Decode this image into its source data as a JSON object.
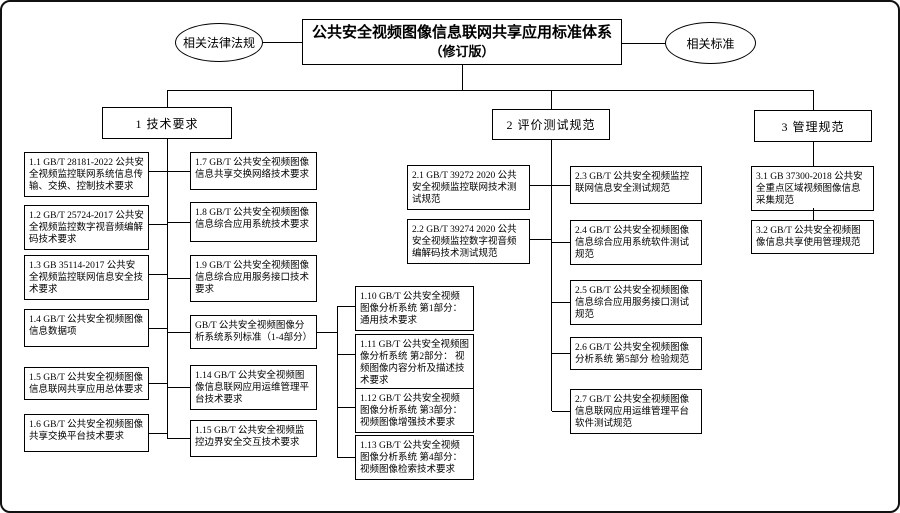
{
  "header": {
    "title": "公共安全视频图像信息联网共享应用标准体系",
    "subtitle": "（修订版）",
    "left_tag": "相关法律法规",
    "right_tag": "相关标准"
  },
  "branches": {
    "b1": "1 技术要求",
    "b2": "2 评价测试规范",
    "b3": "3 管理规范"
  },
  "nodes": {
    "n1_1": "1.1 GB/T 28181-2022 公共安全视频监控联网系统信息传输、交换、控制技术要求",
    "n1_2": "1.2 GB/T 25724-2017 公共安全视频监控数字视音频编解码技术要求",
    "n1_3": "1.3 GB 35114-2017 公共安全视频监控联网信息安全技术要求",
    "n1_4": "1.4 GB/T 公共安全视频图像信息数据项",
    "n1_5": "1.5 GB/T 公共安全视频图像信息联网共享应用总体要求",
    "n1_6": "1.6 GB/T 公共安全视频图像共享交换平台技术要求",
    "n1_7": "1.7 GB/T 公共安全视频图像信息共享交换网络技术要求",
    "n1_8": "1.8 GB/T 公共安全视频图像信息综合应用系统技术要求",
    "n1_9": "1.9 GB/T 公共安全视频图像信息综合应用服务接口技术要求",
    "n_series": "GB/T 公共安全视频图像分析系统系列标准（1-4部分）",
    "n1_10": "1.10 GB/T 公共安全视频图像分析系统 第1部分： 通用技术要求",
    "n1_11": "1.11 GB/T 公共安全视频图像分析系统 第2部分： 视频图像内容分析及描述技术要求",
    "n1_12": "1.12 GB/T 公共安全视频图像分析系统 第3部分： 视频图像增强技术要求",
    "n1_13": "1.13 GB/T 公共安全视频图像分析系统 第4部分： 视频图像检索技术要求",
    "n1_14": "1.14 GB/T 公共安全视频图像信息联网应用运维管理平台技术要求",
    "n1_15": "1.15 GB/T 公共安全视频监控边界安全交互技术要求",
    "n2_1": "2.1 GB/T 39272 2020 公共安全视频监控联网技术测试规范",
    "n2_2": "2.2 GB/T 39274 2020 公共安全视频监控数字视音频编解码技术测试规范",
    "n2_3": "2.3 GB/T 公共安全视频监控联网信息安全测试规范",
    "n2_4": "2.4 GB/T 公共安全视频图像信息综合应用系统软件测试规范",
    "n2_5": "2.5 GB/T 公共安全视频图像信息综合应用服务接口测试规范",
    "n2_6": "2.6 GB/T 公共安全视频图像分析系统 第5部分 检验规范",
    "n2_7": "2.7 GB/T 公共安全视频图像信息联网应用运维管理平台软件测试规范",
    "n3_1": "3.1 GB 37300-2018 公共安全重点区域视频图像信息采集规范",
    "n3_2": "3.2 GB/T 公共安全视频图像信息共享使用管理规范"
  }
}
